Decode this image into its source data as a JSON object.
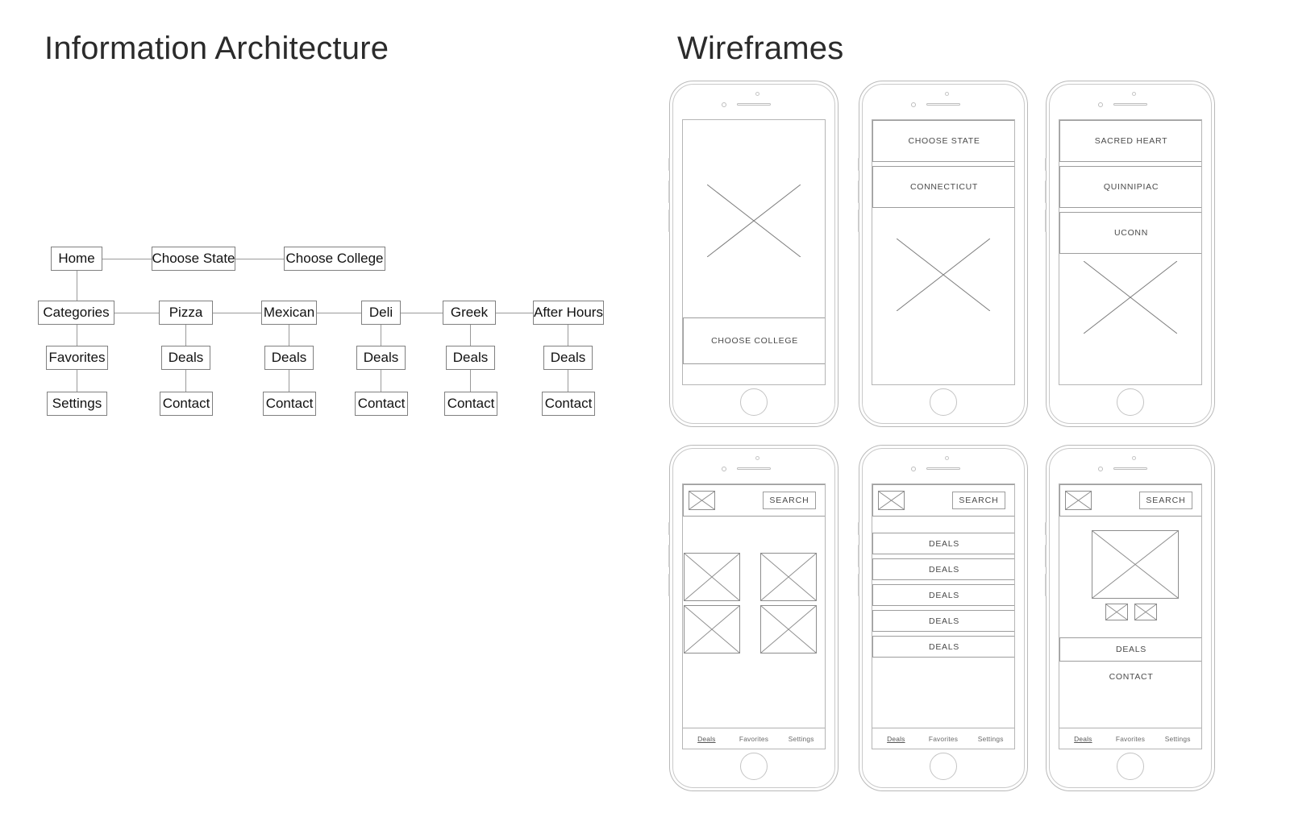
{
  "page": {
    "ia_heading": "Information Architecture",
    "wireframes_heading": "Wireframes"
  },
  "ia_diagram": {
    "nodes": {
      "home": "Home",
      "choose_state": "Choose State",
      "choose_college": "Choose College",
      "categories": "Categories",
      "favorites": "Favorites",
      "settings": "Settings",
      "pizza": "Pizza",
      "mexican": "Mexican",
      "deli": "Deli",
      "greek": "Greek",
      "after_hours": "After Hours",
      "deals_pizza": "Deals",
      "deals_mexican": "Deals",
      "deals_deli": "Deals",
      "deals_greek": "Deals",
      "deals_afterhours": "Deals",
      "contact_pizza": "Contact",
      "contact_mexican": "Contact",
      "contact_deli": "Contact",
      "contact_greek": "Contact",
      "contact_afterhours": "Contact"
    }
  },
  "wireframes": {
    "screen1": {
      "name": "choose-college-screen",
      "cta_label": "CHOOSE COLLEGE"
    },
    "screen2": {
      "name": "choose-state-screen",
      "header_label": "CHOOSE STATE",
      "option_label": "CONNECTICUT"
    },
    "screen3": {
      "name": "college-list-screen",
      "options": [
        "SACRED HEART",
        "QUINNIPIAC",
        "UCONN"
      ]
    },
    "screen4": {
      "name": "categories-grid-screen",
      "search_label": "SEARCH",
      "tabs": [
        "Deals",
        "Favorites",
        "Settings"
      ],
      "active_tab": "Deals"
    },
    "screen5": {
      "name": "deals-list-screen",
      "search_label": "SEARCH",
      "list_items": [
        "DEALS",
        "DEALS",
        "DEALS",
        "DEALS",
        "DEALS"
      ],
      "tabs": [
        "Deals",
        "Favorites",
        "Settings"
      ],
      "active_tab": "Deals"
    },
    "screen6": {
      "name": "deal-detail-screen",
      "search_label": "SEARCH",
      "deals_label": "DEALS",
      "contact_label": "CONTACT",
      "tabs": [
        "Deals",
        "Favorites",
        "Settings"
      ],
      "active_tab": "Deals"
    }
  },
  "colors": {
    "ink": "#333333",
    "box_border": "#808080",
    "line": "#9a9a9a",
    "frame": "#b9b9b9",
    "widget_border": "#9d9d9d"
  }
}
